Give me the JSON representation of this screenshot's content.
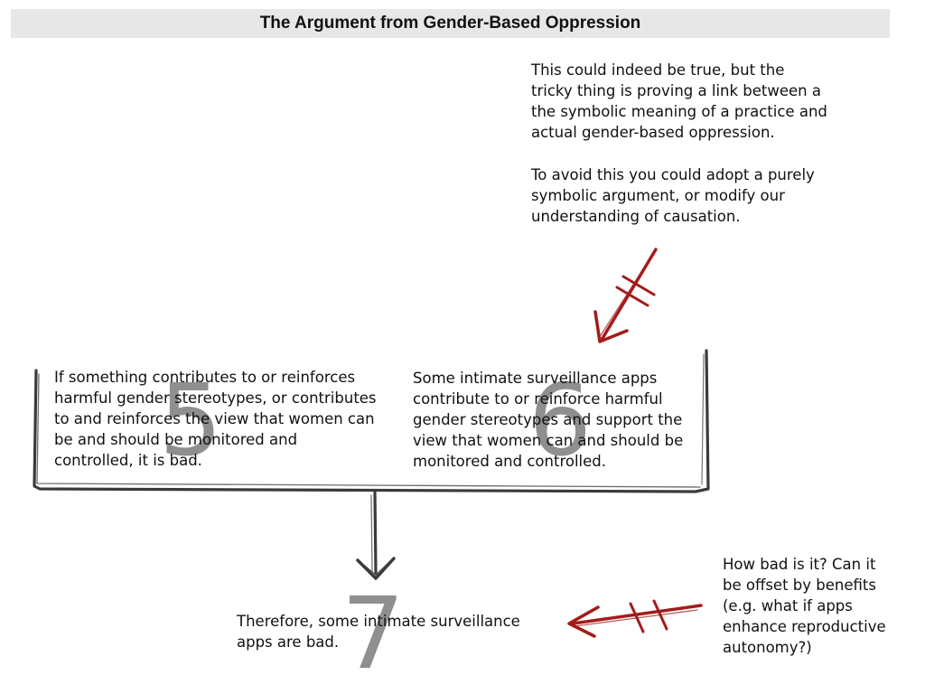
{
  "title": "The Argument from Gender-Based Oppression",
  "objection_top": {
    "paragraph1": "This could indeed be true, but the\ntricky thing is proving a link between a\nthe symbolic meaning of a practice and\nactual gender-based oppression.",
    "paragraph2": "To avoid this you could adopt a purely\nsymbolic argument, or modify our\nunderstanding of causation."
  },
  "premises": [
    {
      "number": "5",
      "text": "If something contributes to or reinforces\nharmful gender stereotypes, or contributes\nto and reinforces the view that women can\nbe and should be monitored and\ncontrolled, it is bad."
    },
    {
      "number": "6",
      "text": "Some intimate surveillance apps\ncontribute to or reinforce harmful\ngender stereotypes and support the\nview that women can and should be\nmonitored and controlled."
    }
  ],
  "conclusion": {
    "number": "7",
    "text": "Therefore, some intimate surveillance\napps are bad."
  },
  "objection_right": {
    "text": "How bad is it? Can it\nbe offset by benefits\n(e.g. what if apps\nenhance reproductive\nautonomy?)"
  },
  "colors": {
    "objection_arrow": "#a31b1b",
    "bracket": "#3a3a3a",
    "number": "#8f8f8f",
    "title_bg": "#e7e7e7"
  }
}
